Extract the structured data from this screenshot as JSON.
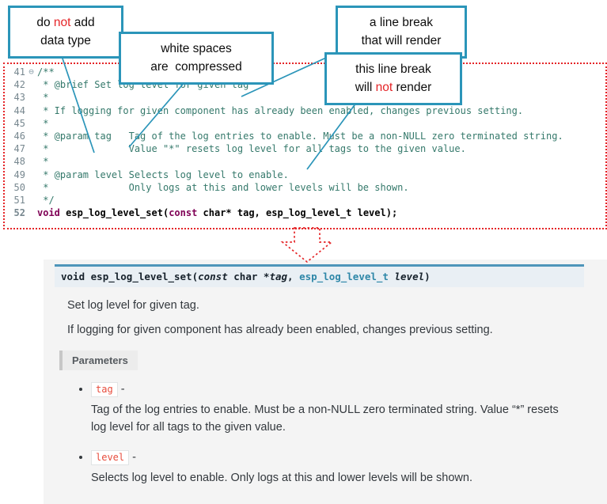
{
  "callouts": {
    "no_datatype": {
      "l1a": "do ",
      "l1b": "not",
      "l1c": " add",
      "l2": "data type"
    },
    "whitespace": {
      "l1": "white spaces",
      "l2": "are  compressed"
    },
    "break_render": {
      "l1": "a line break",
      "l2": "that will render"
    },
    "break_norender": {
      "l1": "this line break",
      "l2a": "will ",
      "l2b": "not",
      "l2c": " render"
    }
  },
  "code": {
    "lines": [
      {
        "num": "41",
        "fold": "⊖",
        "text": "/**"
      },
      {
        "num": "42",
        "text": " * @brief Set log level for given tag"
      },
      {
        "num": "43",
        "text": " *"
      },
      {
        "num": "44",
        "text": " * If logging for given component has already been enabled, changes previous setting."
      },
      {
        "num": "45",
        "text": " *"
      },
      {
        "num": "46",
        "text": " * @param tag   Tag of the log entries to enable. Must be a non-NULL zero terminated string."
      },
      {
        "num": "47",
        "text": " *              Value \"*\" resets log level for all tags to the given value."
      },
      {
        "num": "48",
        "text": " *"
      },
      {
        "num": "49",
        "text": " * @param level Selects log level to enable."
      },
      {
        "num": "50",
        "text": " *              Only logs at this and lower levels will be shown."
      },
      {
        "num": "51",
        "text": " */"
      },
      {
        "num": "52",
        "kw1": "void",
        "mid": " esp_log_level_set(",
        "kw2": "const",
        "end": " char* tag, esp_log_level_t level);"
      }
    ]
  },
  "doc": {
    "signature": [
      {
        "t": "void "
      },
      {
        "t": "esp_log_level_set"
      },
      {
        "t": "("
      },
      {
        "t": "const"
      },
      {
        "t": " char *"
      },
      {
        "t": "tag"
      },
      {
        "t": ", "
      },
      {
        "t": "esp_log_level_t"
      },
      {
        "t": " "
      },
      {
        "t": "level"
      },
      {
        "t": ")"
      }
    ],
    "brief": "Set log level for given tag.",
    "details": "If logging for given component has already been enabled, changes previous setting.",
    "parameters_label": "Parameters",
    "params": [
      {
        "name": "tag",
        "dash": " -",
        "desc": "Tag of the log entries to enable. Must be a non-NULL zero terminated string. Value “*” resets log level for all tags to the given value."
      },
      {
        "name": "level",
        "dash": " -",
        "desc": "Selects log level to enable. Only logs at this and lower levels will be shown."
      }
    ]
  }
}
